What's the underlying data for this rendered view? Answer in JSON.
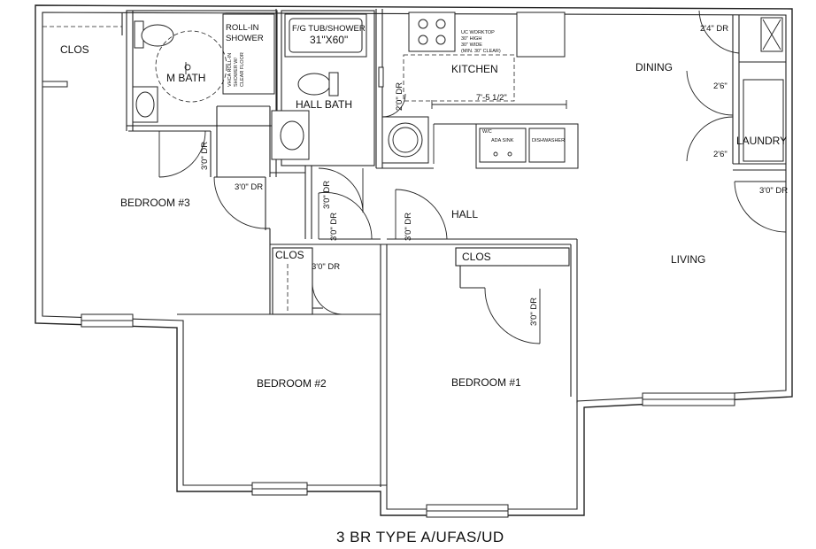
{
  "title": "3 BR TYPE A/UFAS/UD",
  "rooms": {
    "clos_top_left": "CLOS",
    "m_bath": "M BATH",
    "roll_in_shower": "ROLL-IN",
    "roll_in_shower_2": "SHOWER",
    "tub_shower": "F/G TUB/SHOWER",
    "tub_size": "31\"X60\"",
    "hall_bath": "HALL BATH",
    "kitchen": "KITCHEN",
    "dining": "DINING",
    "laundry": "LAUNDRY",
    "bedroom3": "BEDROOM #3",
    "bedroom2": "BEDROOM #2",
    "bedroom1": "BEDROOM #1",
    "hall": "HALL",
    "living": "LIVING",
    "clos_b2": "CLOS",
    "clos_b1": "CLOS",
    "dishwasher": "DISHWASHER",
    "ada_sink": "ADA SINK",
    "uc_worktop": "UC WORKTOP",
    "worktop_2": "30\" HIGH",
    "worktop_3": "30\" WIDE",
    "worktop_4": "(MIN. 30\" CLEAR)",
    "ws_note": "W/C"
  },
  "doors": {
    "d_mbath": "3'0\" DR",
    "d_b3": "3'0\" DR",
    "d_hallbath_v": "3'0\" DR",
    "d_hall_v1": "3'0\" DR",
    "d_hall_v2": "3'0\" DR",
    "d_clos_b2": "3'0\" DR",
    "d_clos_b1": "3'0\" DR",
    "d_kitchen": "2'0\" DR",
    "d_top_right": "2'4\" DR",
    "d_laundry1": "2'6\"",
    "d_laundry2": "2'6\"",
    "d_living": "3'0\" DR"
  },
  "dimensions": {
    "kitchen_width": "7'-5 1/2\""
  },
  "notes": {
    "shower_note_1": "VHCA ROLL-IN",
    "shower_note_2": "SHOWER W/",
    "shower_note_3": "CLEAR FLOOR"
  }
}
